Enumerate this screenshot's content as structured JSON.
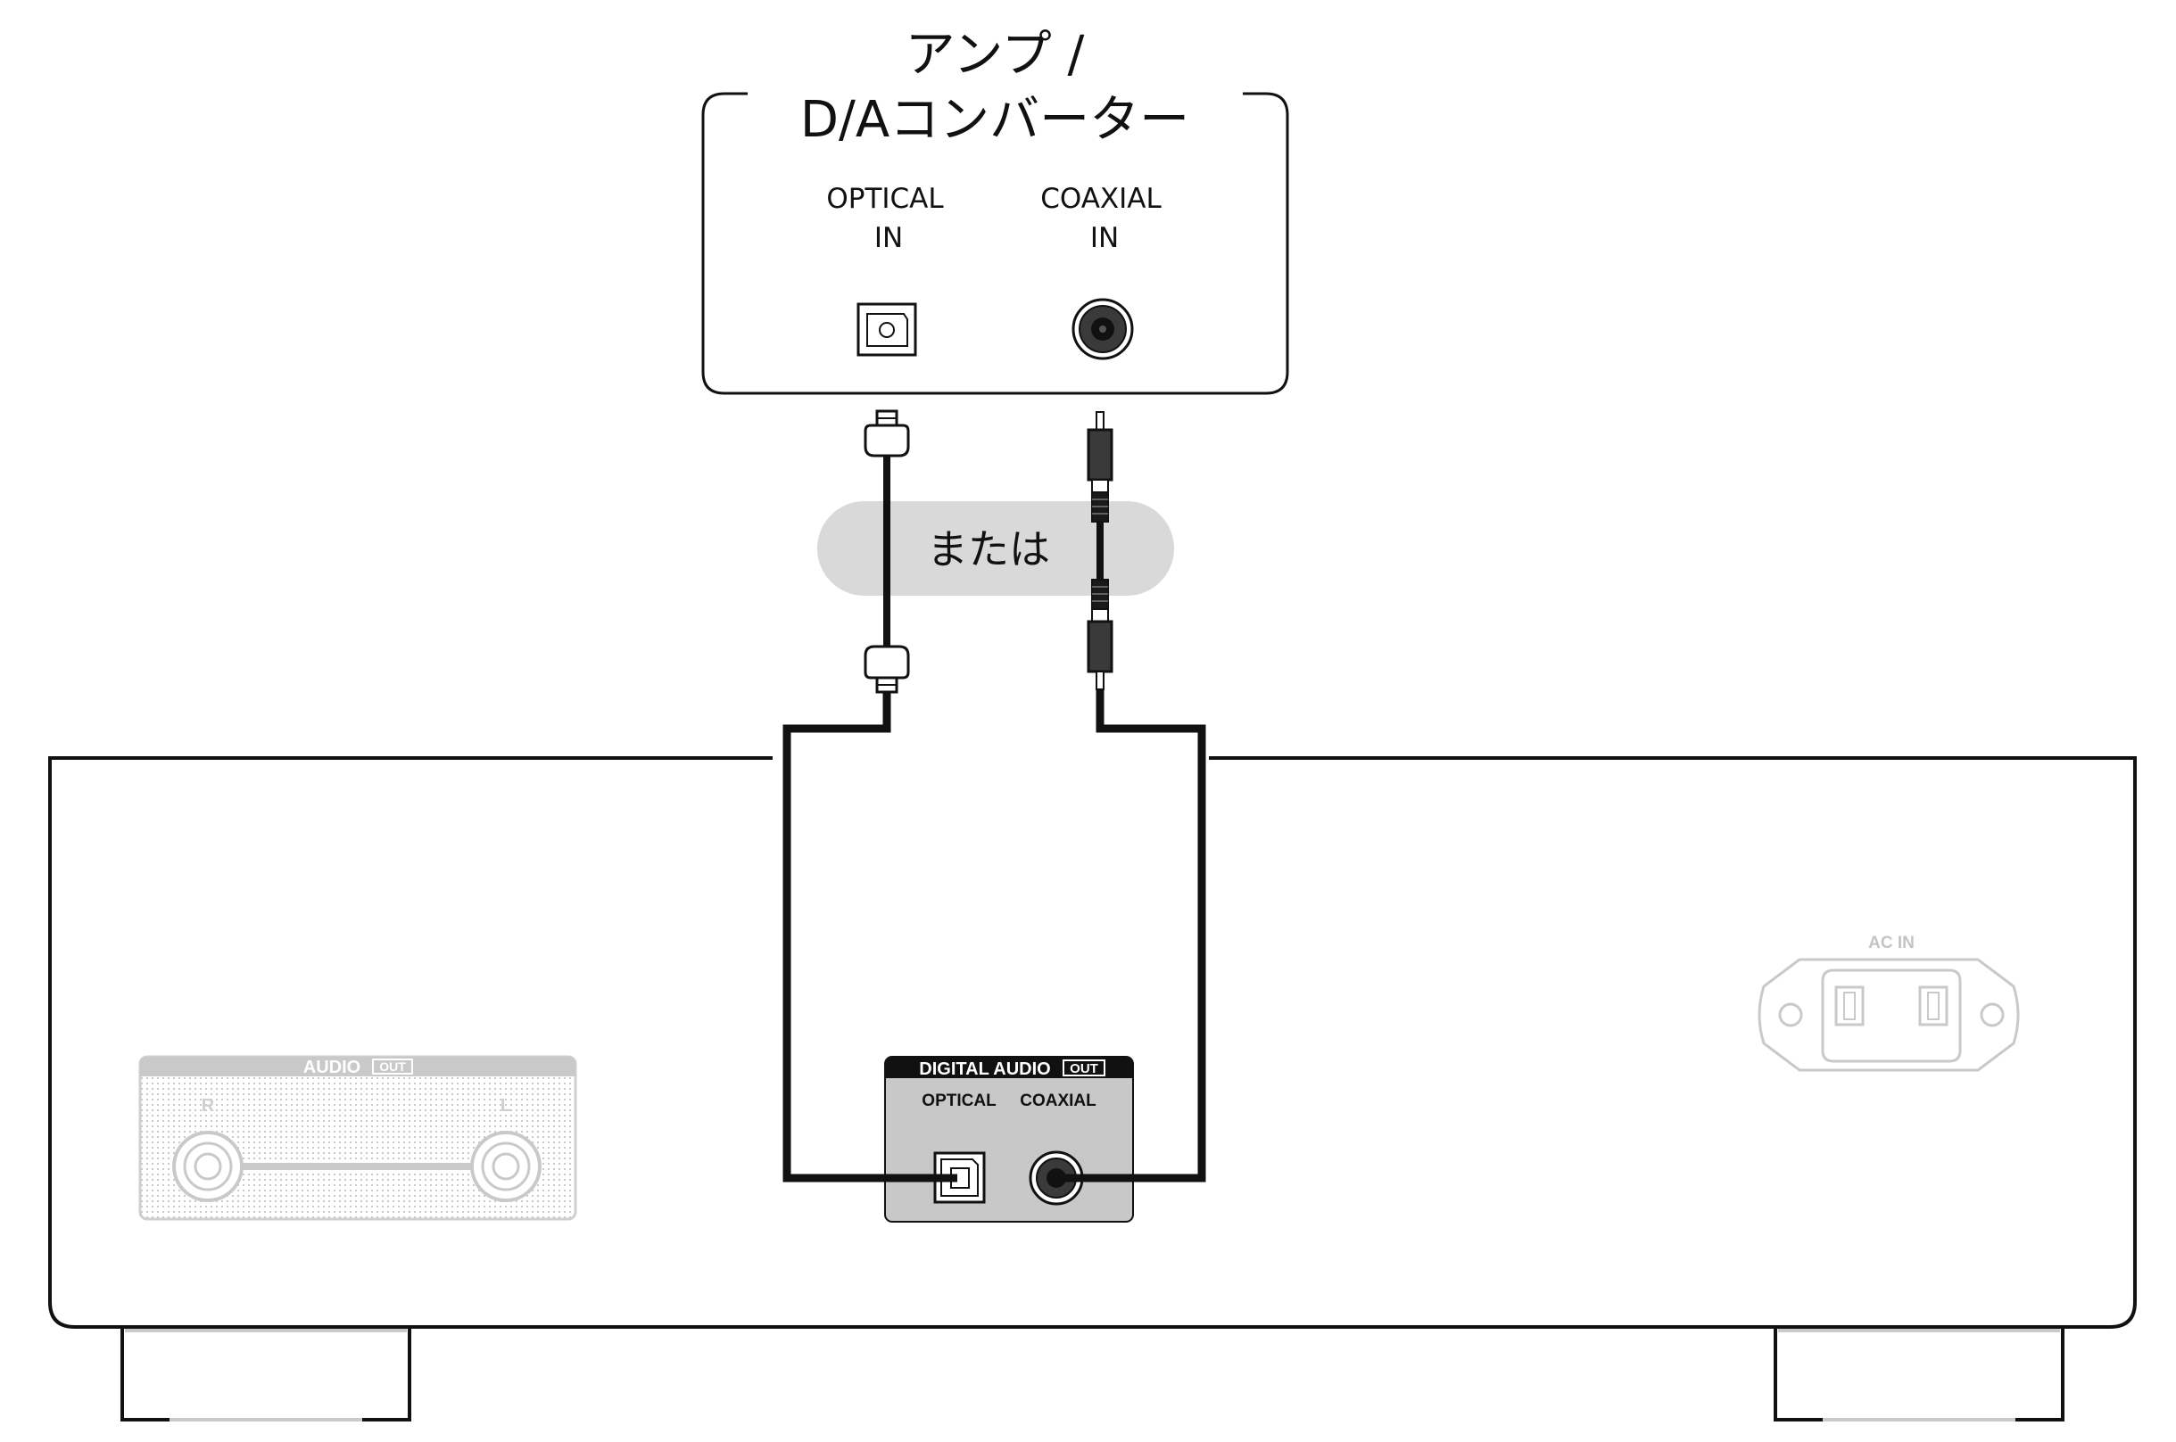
{
  "amp": {
    "title_line1": "アンプ /",
    "title_line2": "D/Aコンバーター",
    "optical_in": [
      "OPTICAL",
      "IN"
    ],
    "coaxial_in": [
      "COAXIAL",
      "IN"
    ]
  },
  "or_label": "または",
  "device": {
    "digital_audio": "DIGITAL AUDIO",
    "digital_out_badge": "OUT",
    "optical": "OPTICAL",
    "coaxial": "COAXIAL",
    "audio": "AUDIO",
    "audio_out_badge": "OUT",
    "channel_r": "R",
    "channel_l": "L",
    "ac_in": "AC IN"
  },
  "colors": {
    "line": "#111111",
    "panel_gray": "#c8c8c8",
    "or_pill": "#d9d9d9",
    "faded": "#c9c9c9"
  }
}
